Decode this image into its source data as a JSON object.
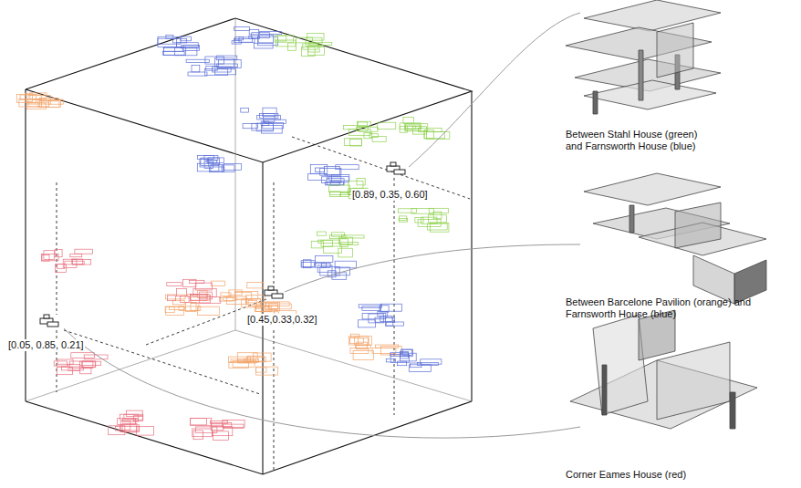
{
  "diagram": {
    "labels": [
      "[0.89, 0.35, 0.60]",
      "[0.45,0.33,0.32]",
      "[0.05, 0.85, 0.21]",
      "Between Stahl House (green) and Farnsworth House (blue)",
      "Between Barcelone Pavilion (orange) and Farnsworth House (blue)",
      "Corner Eames House (red)"
    ]
  }
}
